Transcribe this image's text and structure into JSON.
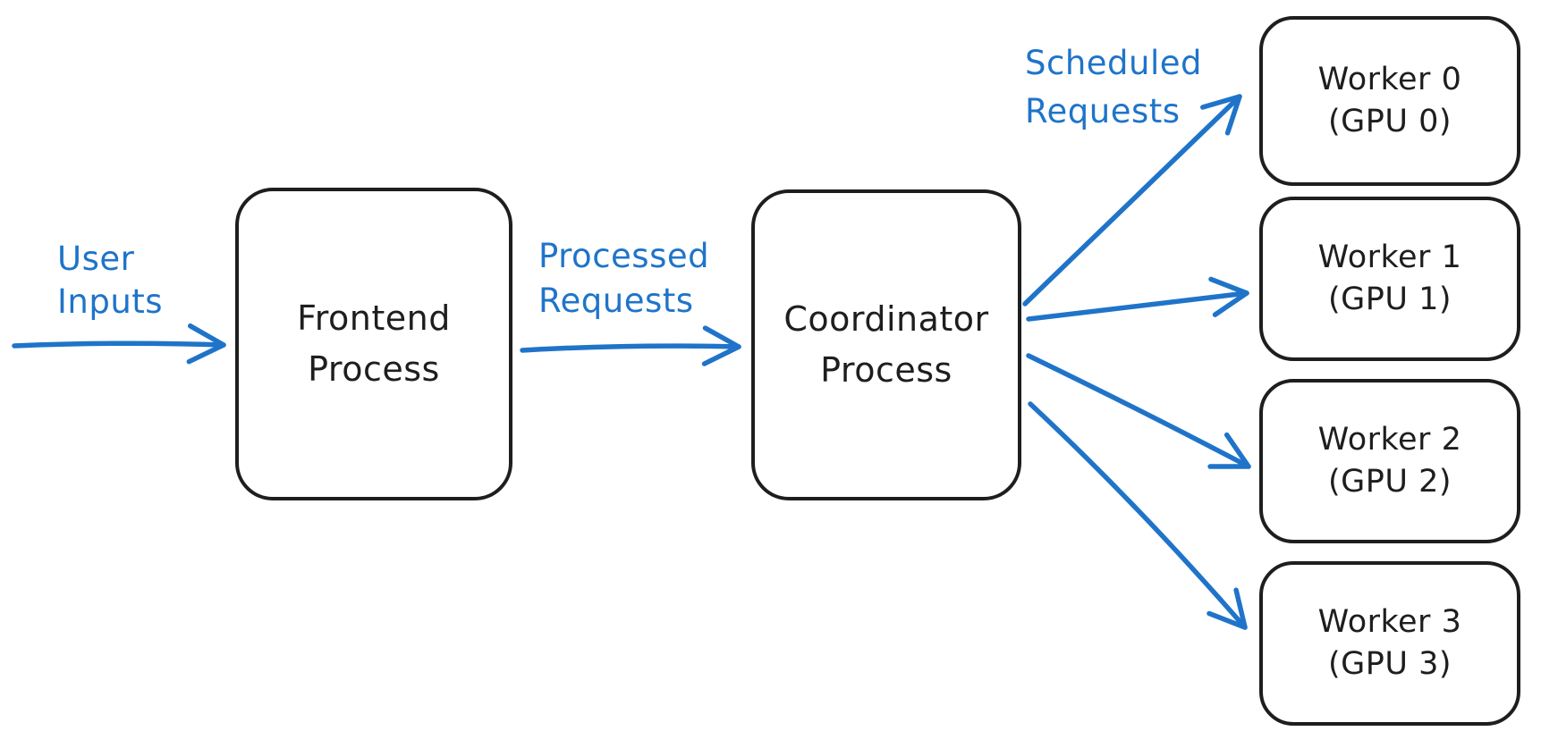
{
  "colors": {
    "arrow_blue": "#1f74c9",
    "node_stroke": "#1e1e1e",
    "background": "#ffffff"
  },
  "labels": {
    "user_inputs": {
      "line1": "User",
      "line2": "Inputs"
    },
    "processed_requests": {
      "line1": "Processed",
      "line2": "Requests"
    },
    "scheduled_requests": {
      "line1": "Scheduled",
      "line2": "Requests"
    }
  },
  "nodes": {
    "frontend": {
      "line1": "Frontend",
      "line2": "Process"
    },
    "coordinator": {
      "line1": "Coordinator",
      "line2": "Process"
    },
    "workers": [
      {
        "line1": "Worker 0",
        "line2": "(GPU 0)"
      },
      {
        "line1": "Worker 1",
        "line2": "(GPU 1)"
      },
      {
        "line1": "Worker 2",
        "line2": "(GPU 2)"
      },
      {
        "line1": "Worker 3",
        "line2": "(GPU 3)"
      }
    ]
  }
}
